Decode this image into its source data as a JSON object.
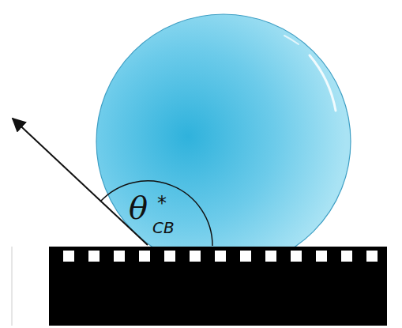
{
  "diagram": {
    "labels": [
      "θ",
      "*",
      "CB"
    ]
  }
}
